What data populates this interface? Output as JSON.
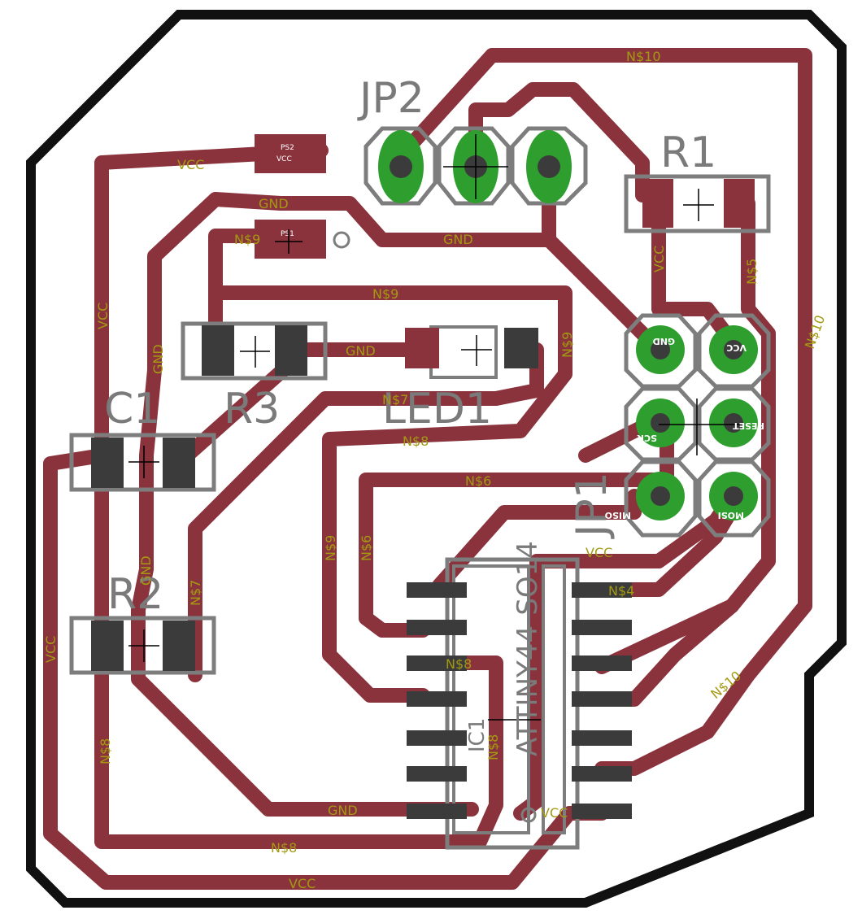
{
  "designators": {
    "jp2": "JP2",
    "r1": "R1",
    "c1": "C1",
    "r3": "R3",
    "led1": "LED1",
    "jp1": "JP1",
    "r2": "R2",
    "u1": "ATTINY44-SO14",
    "ic1": "IC1"
  },
  "nets": {
    "n10_top": "N$10",
    "n10_mid": "N$10",
    "n10_right": "N$10",
    "vcc_top": "VCC",
    "vcc_left": "VCC",
    "vcc_bottom": "VCC",
    "vcc_mid": "VCC",
    "vcc_ic": "VCC",
    "vcc_r1": "VCC",
    "vcc_left2": "VCC",
    "gnd_top": "GND",
    "gnd_bus": "GND",
    "gnd_mid": "GND",
    "gnd_left": "GND",
    "gnd_bottom": "GND",
    "gnd_c1": "GND",
    "n9_a": "N$9",
    "n9_b": "N$9",
    "n9_c": "N$9",
    "n9_d": "N$9",
    "n8_a": "N$8",
    "n8_b": "N$8",
    "n8_c": "N$8",
    "n8_d": "N$8",
    "n8_e": "N$8",
    "n7_a": "N$7",
    "n7_b": "N$7",
    "n6_a": "N$6",
    "n6_b": "N$6",
    "n4": "N$4",
    "n5": "N$5"
  },
  "header_pins": {
    "gnd": "GND",
    "vcc": "VCC",
    "sck": "SCK",
    "reset": "RESET",
    "miso": "MISO",
    "mosi": "MOSI"
  },
  "pad_labels": {
    "ps2": "PS2",
    "ps2_net": "VCC",
    "ps1": "PS1"
  },
  "colors": {
    "copper": "#8b333d",
    "drill": "#3b3b3b",
    "via": "#2e9e2e",
    "silk": "#7d7d7d",
    "outline": "#111111",
    "net_label": "#a39a12"
  }
}
